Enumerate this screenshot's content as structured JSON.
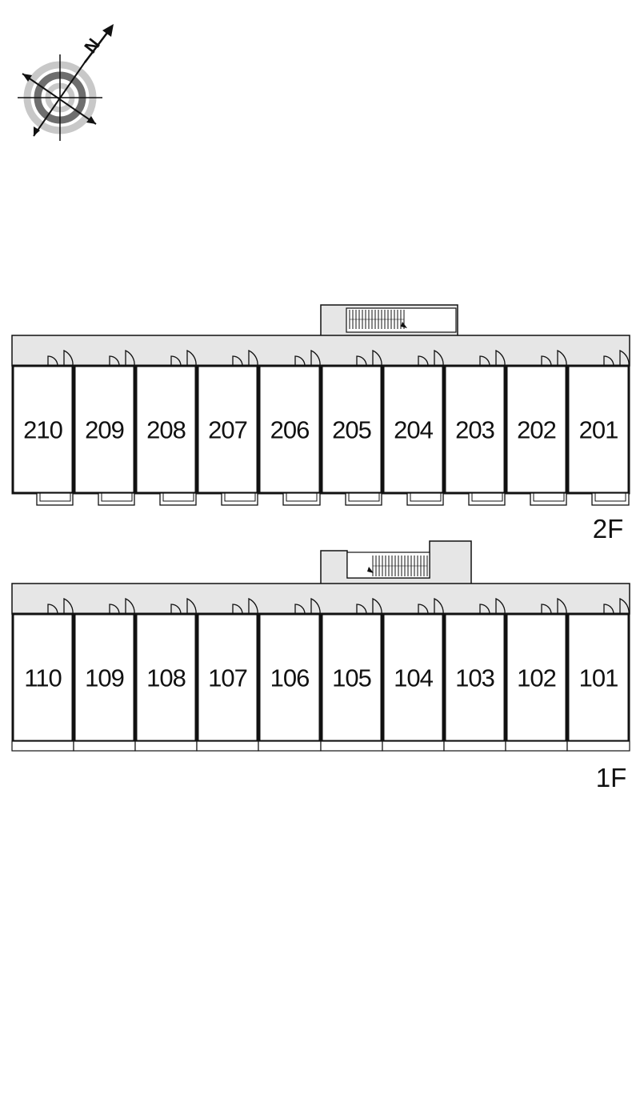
{
  "compass": {
    "north_label": "N",
    "icon": "compass-rose-icon"
  },
  "floors": [
    {
      "label": "2F",
      "units": [
        "210",
        "209",
        "208",
        "207",
        "206",
        "205",
        "204",
        "203",
        "202",
        "201"
      ]
    },
    {
      "label": "1F",
      "units": [
        "110",
        "109",
        "108",
        "107",
        "106",
        "105",
        "104",
        "103",
        "102",
        "101"
      ]
    }
  ],
  "colors": {
    "corridor": "#e6e6e6",
    "wall": "#111111",
    "background": "#ffffff"
  }
}
